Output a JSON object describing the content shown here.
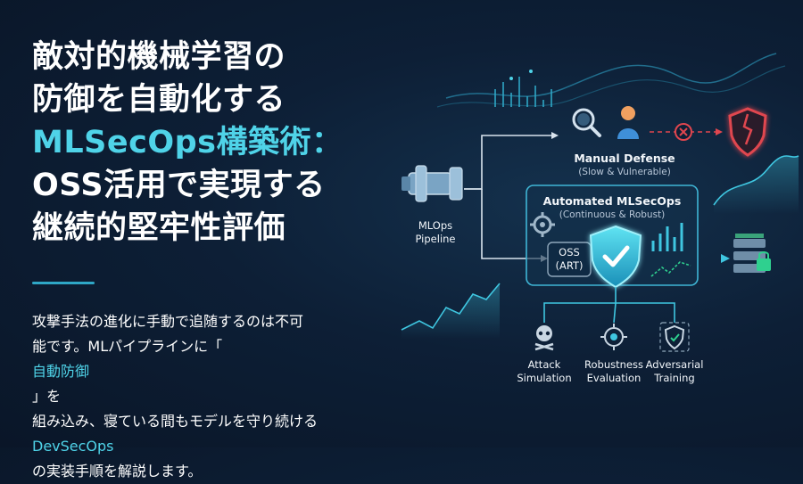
{
  "headline": {
    "line1": "敵対的機械学習の",
    "line2": "防御を自動化する",
    "line3_accent": "MLSecOps構築術：",
    "line4": "OSS活用で実現する",
    "line5": "継続的堅牢性評価"
  },
  "description": {
    "line1": "攻撃手法の進化に手動で追随するのは不可",
    "line2_a": "能です。MLパイプラインに「",
    "line2_hl": "自動防御",
    "line2_b": "」を",
    "line3": "組み込み、寝ている間もモデルを守り続ける",
    "line4_hl": "DevSecOps",
    "line4_b": "の実装手順を解説します。"
  },
  "diagram": {
    "pipeline_label_1": "MLOps",
    "pipeline_label_2": "Pipeline",
    "manual_title": "Manual Defense",
    "manual_sub": "(Slow & Vulnerable)",
    "auto_title": "Automated MLSecOps",
    "auto_sub": "(Continuous & Robust)",
    "oss_line1": "OSS",
    "oss_line2": "(ART)",
    "attack_1": "Attack",
    "attack_2": "Simulation",
    "robust_1": "Robustness",
    "robust_2": "Evaluation",
    "adv_1": "Adversarial",
    "adv_2": "Training"
  },
  "colors": {
    "accent": "#4fd3e8",
    "danger": "#e0464f",
    "background": "#0d1f36"
  },
  "icons": [
    "pipe-icon",
    "magnifier-icon",
    "person-icon",
    "x-icon",
    "broken-shield-icon",
    "gear-icon",
    "shield-check-icon",
    "skull-icon",
    "target-icon",
    "shield-sparkle-icon",
    "server-lock-icon"
  ]
}
